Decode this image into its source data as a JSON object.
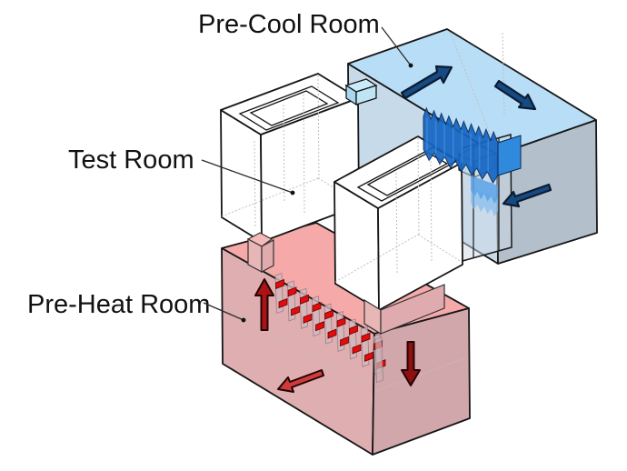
{
  "scene": {
    "background": "#ffffff",
    "labels": [
      {
        "id": "precool",
        "text": "Pre-Cool Room"
      },
      {
        "id": "test",
        "text": "Test Room"
      },
      {
        "id": "preheat",
        "text": "Pre-Heat Room"
      }
    ]
  },
  "colors": {
    "precool_top": "#b8ddf6",
    "precool_left": "#c7daea",
    "precool_right": "#b3bfcb",
    "coil_dark": "#1565c4",
    "coil_mid": "#2f8ade",
    "coil_light": "#5aa2e6",
    "coil_lighter": "#85bdee",
    "cool_arrow": "#174a80",
    "duct_cyan": "#c9ecf9",
    "preheat_top": "#f6a9a9",
    "preheat_front": "#dfaeb1",
    "preheat_right": "#d2a7ab",
    "heater_red": "#e30b0b",
    "heat_arrow_dark": "#8d0f0f",
    "heat_arrow_mid": "#aa1414",
    "heat_arrow_light": "#cf3b3b",
    "test_face": "#ffffff"
  },
  "arrows": [
    {
      "name": "precool-flow-arrow-1",
      "direction": "up-right"
    },
    {
      "name": "precool-flow-arrow-2",
      "direction": "down-right"
    },
    {
      "name": "precool-return-arrow",
      "direction": "left"
    },
    {
      "name": "preheat-rise-arrow",
      "direction": "up"
    },
    {
      "name": "preheat-drop-arrow",
      "direction": "down"
    },
    {
      "name": "preheat-return-arrow",
      "direction": "left"
    }
  ]
}
